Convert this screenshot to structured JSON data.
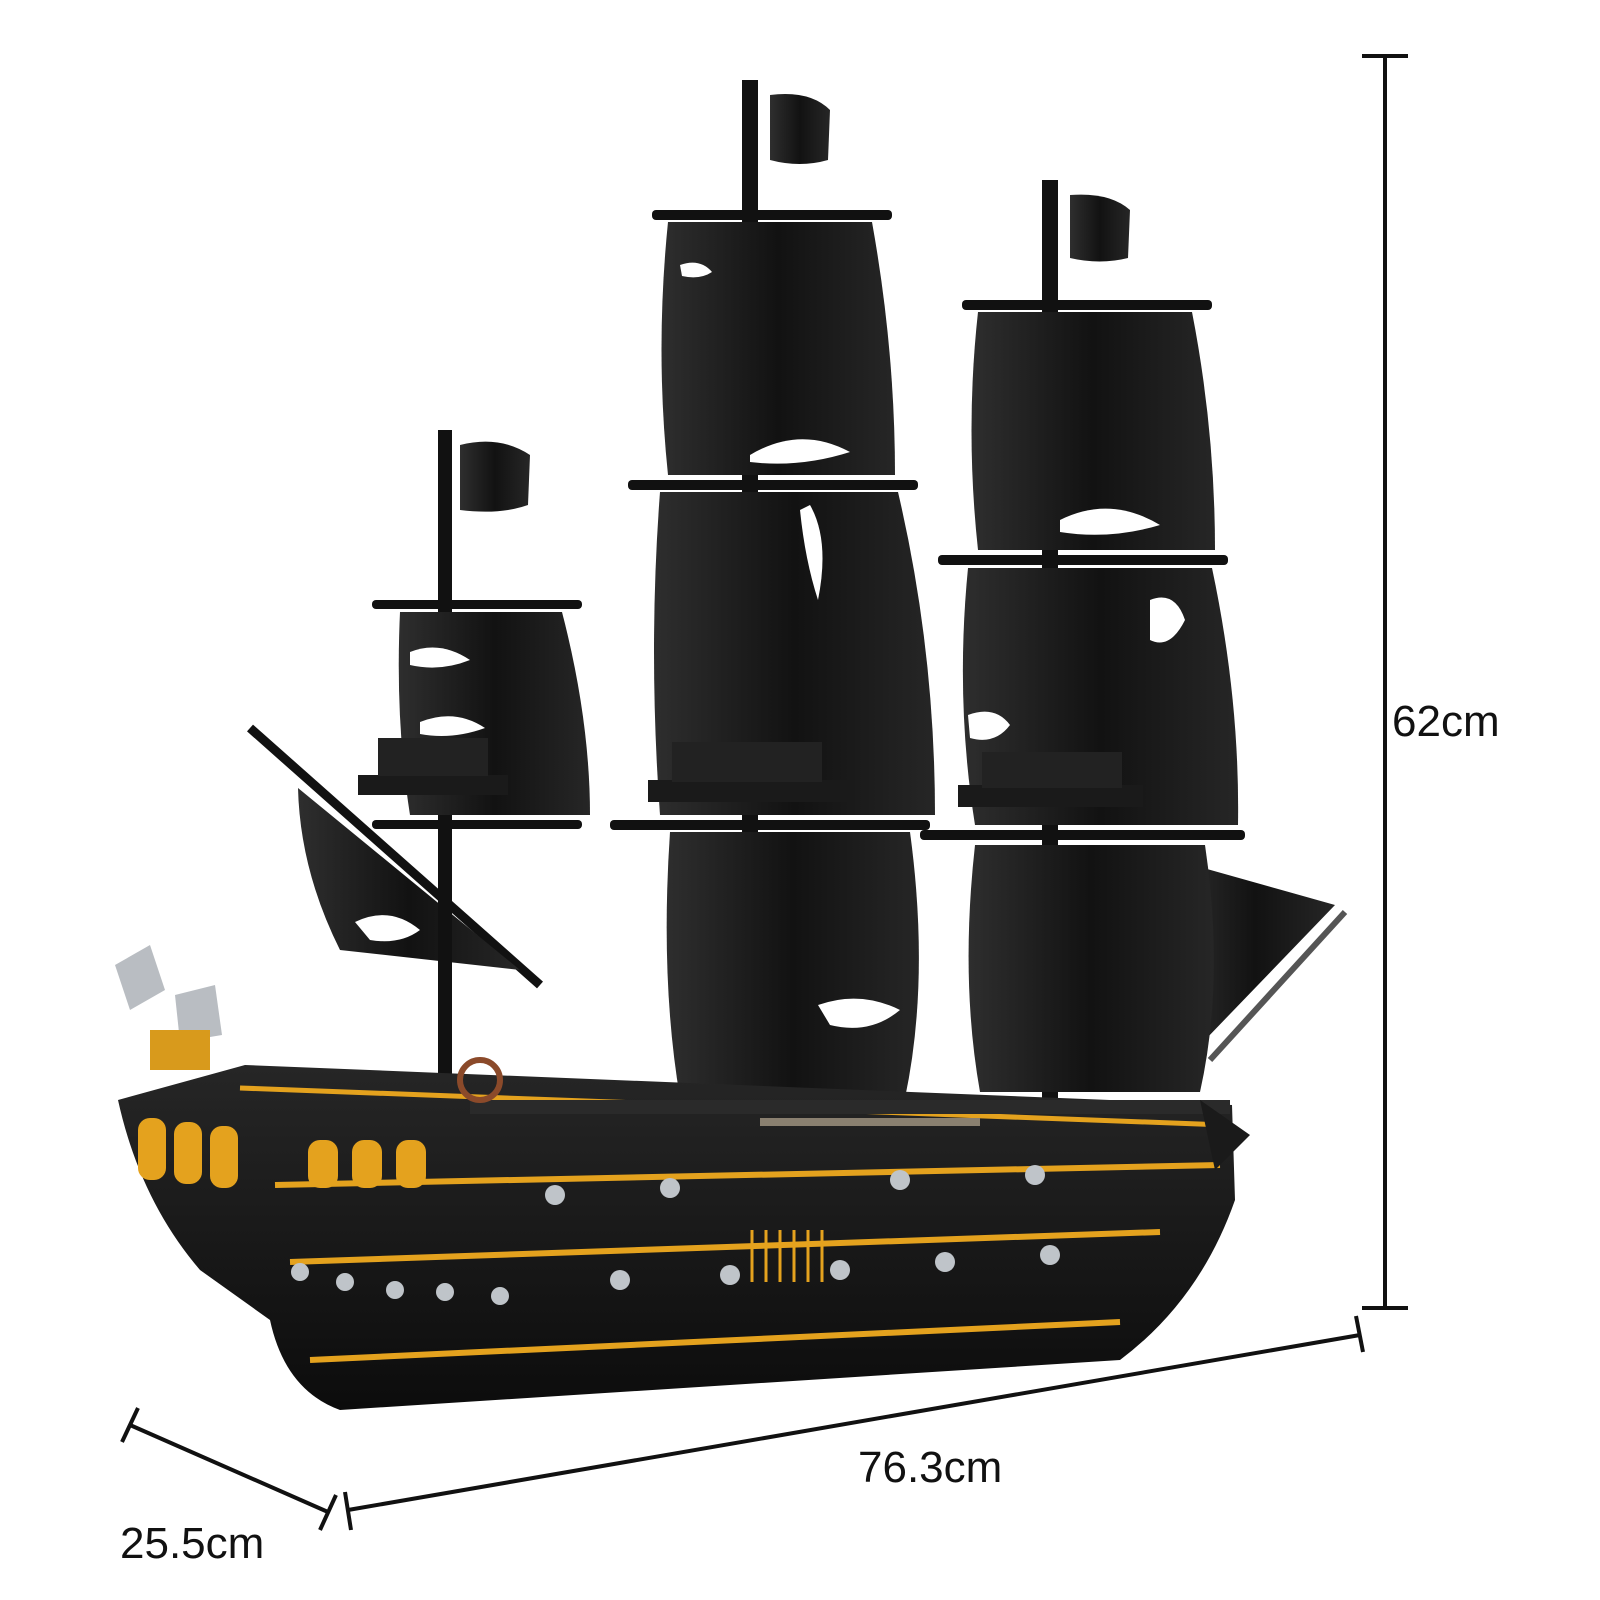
{
  "dimensions": {
    "height": "62cm",
    "length": "76.3cm",
    "depth": "25.5cm"
  },
  "colors": {
    "background": "#ffffff",
    "hull": "#161616",
    "sail": "#1b1b1b",
    "sail_highlight": "#3a3a3a",
    "trim": "#e4a21e",
    "dimension_line": "#111111",
    "cannon": "#bfc4c9"
  }
}
